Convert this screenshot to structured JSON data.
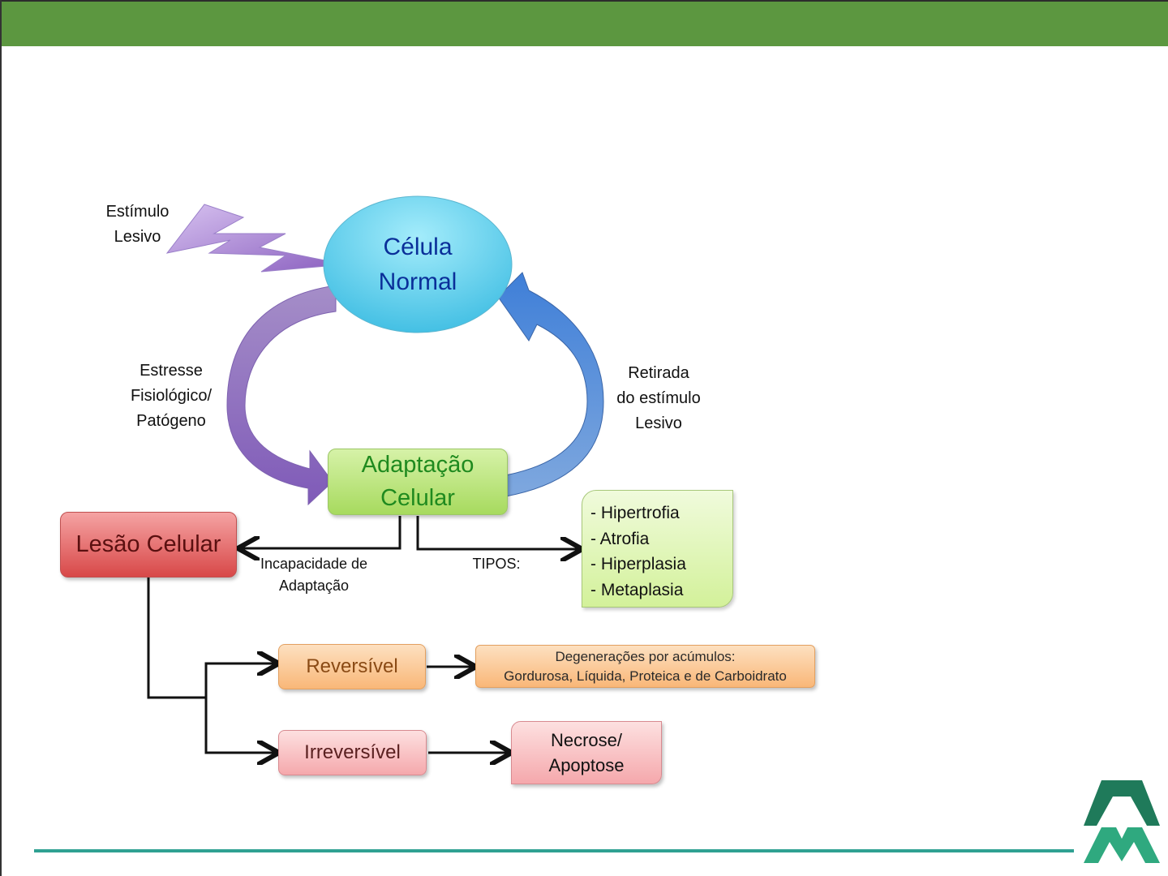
{
  "slide": {
    "header_color": "#5c9740",
    "footer_line_color": "#2fa192"
  },
  "diagram": {
    "normal_cell": {
      "label_line1": "Célula",
      "label_line2": "Normal",
      "color": "#7ad6ee",
      "text_color": "#0a2f99"
    },
    "injurious_stimulus": {
      "line1": "Estímulo",
      "line2": "Lesivo",
      "arrow_color": "#a98ad6"
    },
    "stress_label": {
      "line1": "Estresse",
      "line2": "Fisiológico/",
      "line3": "Patógeno",
      "arrow_color": "#8f6ac4"
    },
    "removal_label": {
      "line1": "Retirada",
      "line2": "do estímulo",
      "line3": "Lesivo",
      "arrow_color": "#5a8fd6"
    },
    "adaptation": {
      "line1": "Adaptação",
      "line2": "Celular",
      "color": "#b5e26e",
      "text_color": "#1f8a1f"
    },
    "injury": {
      "label": "Lesão Celular",
      "color": "#e46060",
      "text_color": "#5a1010"
    },
    "inability_label": {
      "line1": "Incapacidade de",
      "line2": "Adaptação"
    },
    "types_label": "TIPOS:",
    "types_list": [
      "- Hipertrofia",
      "- Atrofia",
      "- Hiperplasia",
      "- Metaplasia"
    ],
    "reversible": {
      "label": "Reversível",
      "color": "#fcc890",
      "text_color": "#8a4a14"
    },
    "reversible_result": {
      "line1": "Degenerações por acúmulos:",
      "line2": "Gordurosa, Líquida, Proteica e de Carboidrato",
      "color": "#fcc890"
    },
    "irreversible": {
      "label": "Irreversível",
      "color": "#f9b5b8",
      "text_color": "#5a2020"
    },
    "irreversible_result": {
      "line1": "Necrose/",
      "line2": "Apoptose",
      "color": "#f9b5b8"
    }
  },
  "logo": {
    "name": "AM logo",
    "top_color": "#1f7a5a",
    "bottom_color": "#2fa97f"
  }
}
